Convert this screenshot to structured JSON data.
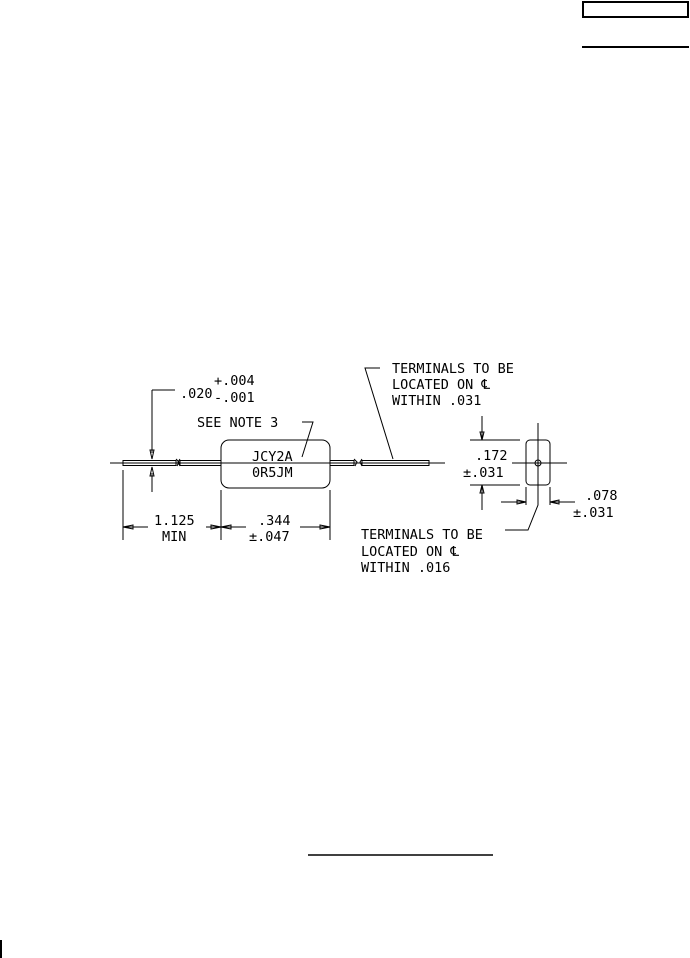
{
  "drawing": {
    "lead_diameter": {
      "nominal": ".020",
      "plus": "+.004",
      "minus": "-.001"
    },
    "note_ref": "SEE NOTE 3",
    "marking": [
      "JCY2A",
      "0R5JM"
    ],
    "terminal_note_top": [
      "TERMINALS TO BE",
      "LOCATED ON ℄",
      "WITHIN .031"
    ],
    "terminal_note_bottom": [
      "TERMINALS TO BE",
      "LOCATED ON ℄",
      "WITHIN .016"
    ],
    "lead_length": {
      "value": "1.125",
      "qualifier": "MIN"
    },
    "body_length": {
      "value": ".344",
      "tol": "±.047"
    },
    "body_height": {
      "value": ".172",
      "tol": "±.031"
    },
    "body_width": {
      "value": ".078",
      "tol": "±.031"
    }
  }
}
